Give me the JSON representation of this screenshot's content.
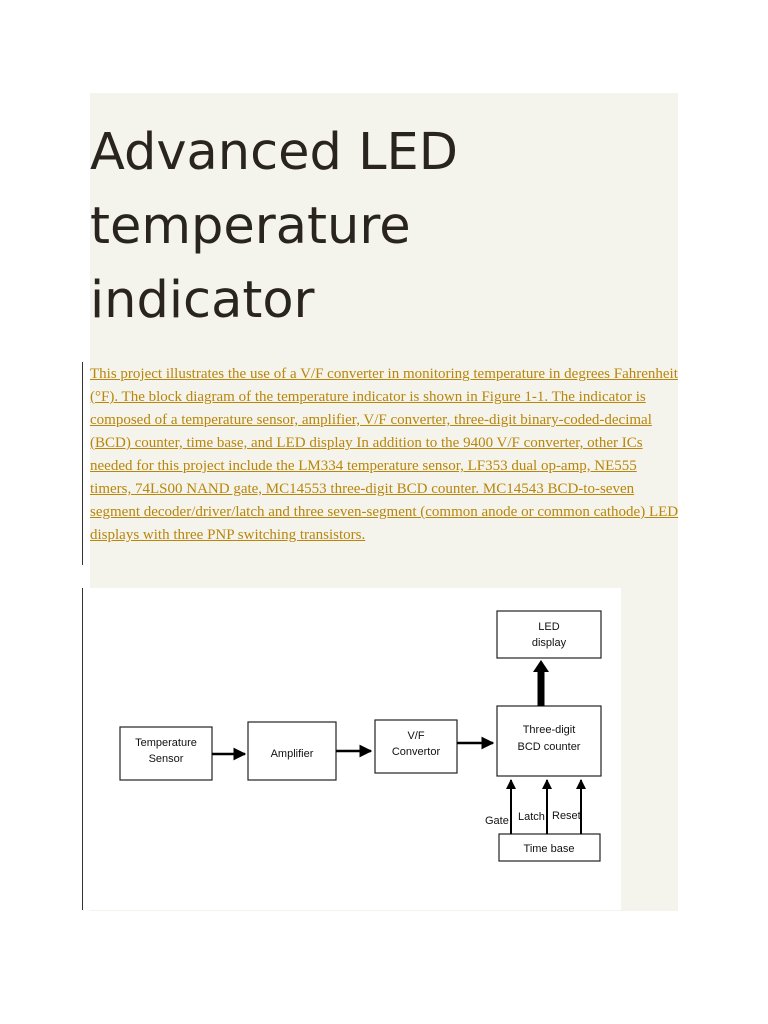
{
  "article": {
    "title": "Advanced LED temperature indicator",
    "paragraph": "This project illustrates the use of a V/F converter in monitoring temperature in degrees Fahrenheit (°F). The block diagram of the temperature indicator is shown in Figure 1-1. The indicator is composed of a temperature sensor, amplifier, V/F converter, three-digit binary-coded-decimal (BCD) counter, time base, and LED display In addition to the 9400 V/F converter, other ICs needed for this project include the LM334 temperature sensor, LF353 dual op-amp, NE555 timers, 74LS00 NAND gate, MC14553 three-digit BCD counter. MC14543 BCD-to-seven segment decoder/driver/latch and three seven-segment (common anode or common cathode) LED displays with three PNP switching transistors."
  },
  "diagram": {
    "blocks": {
      "temp_sensor": [
        "Temperature",
        "Sensor"
      ],
      "amplifier": [
        "Amplifier"
      ],
      "vf_convertor": [
        "V/F",
        "Convertor"
      ],
      "bcd_counter": [
        "Three-digit",
        "BCD counter"
      ],
      "led_display": [
        "LED",
        "display"
      ],
      "time_base": [
        "Time base"
      ]
    },
    "signals": {
      "gate": "Gate",
      "latch": "Latch",
      "reset": "Reset"
    }
  }
}
